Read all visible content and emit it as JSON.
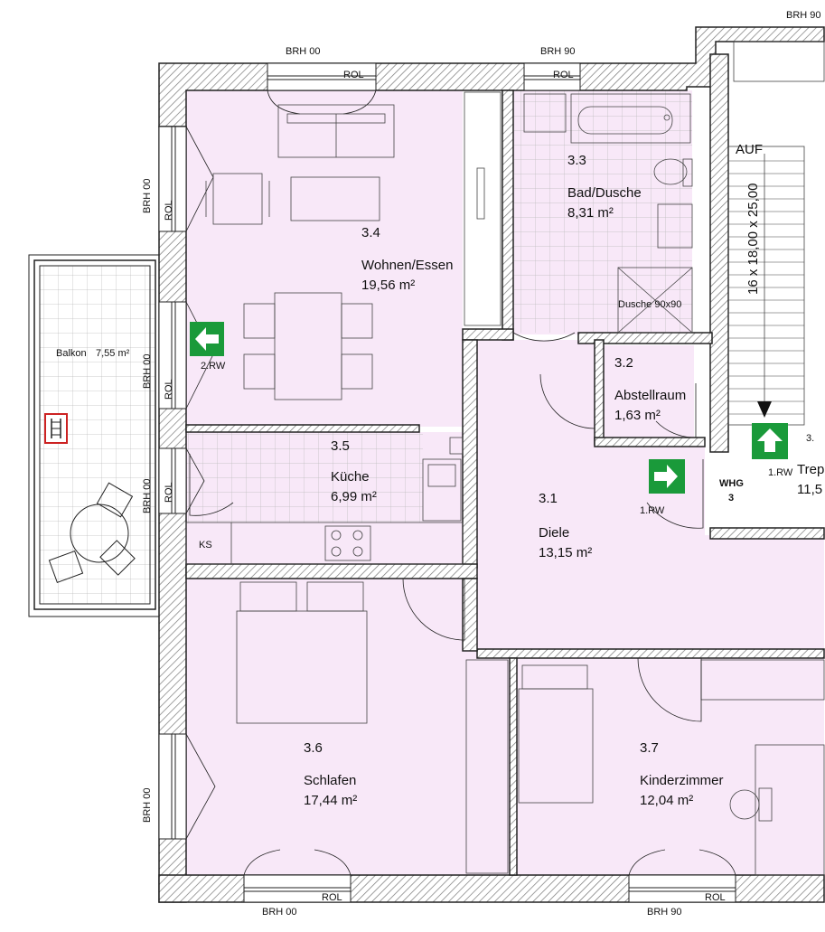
{
  "colors": {
    "room_fill": "#f8e8f8",
    "wall": "#222222",
    "hatch": "#777777",
    "exit_green": "#1a9a3a",
    "ladder_red": "#cc2222"
  },
  "rooms": [
    {
      "number": "3.4",
      "name": "Wohnen/Essen",
      "area": "19,56 m²"
    },
    {
      "number": "3.3",
      "name": "Bad/Dusche",
      "area": "8,31 m²"
    },
    {
      "number": "3.2",
      "name": "Abstellraum",
      "area": "1,63 m²"
    },
    {
      "number": "3.5",
      "name": "Küche",
      "area": "6,99 m²"
    },
    {
      "number": "3.1",
      "name": "Diele",
      "area": "13,15 m²"
    },
    {
      "number": "3.6",
      "name": "Schlafen",
      "area": "17,44 m²"
    },
    {
      "number": "3.7",
      "name": "Kinderzimmer",
      "area": "12,04 m²"
    }
  ],
  "balcony": {
    "label": "Balkon",
    "area": "7,55 m²"
  },
  "brh": {
    "top_left": "BRH  00",
    "top_mid": "BRH  90",
    "top_right": "BRH  90",
    "left_1": "BRH  00",
    "left_2": "BRH  00",
    "left_3": "BRH  00",
    "left_4": "BRH  00",
    "bottom_left": "BRH  00",
    "bottom_right": "BRH  90"
  },
  "rol": {
    "top_1": "ROL",
    "top_2": "ROL",
    "left_1": "ROL",
    "left_2": "ROL",
    "left_3": "ROL",
    "bottom_1": "ROL",
    "bottom_2": "ROL"
  },
  "rw": {
    "second": "2.RW",
    "first_hall": "1.RW",
    "first_stair": "1.RW"
  },
  "misc": {
    "shower": "Dusche 90x90",
    "ks": "KS",
    "whg": "WHG",
    "whg_num": "3",
    "stair_dim": "16 x 18,00 x 25,00",
    "auf": "AUF",
    "stair_label": "Trep",
    "stair_area": "11,5",
    "stair_num": "3."
  }
}
